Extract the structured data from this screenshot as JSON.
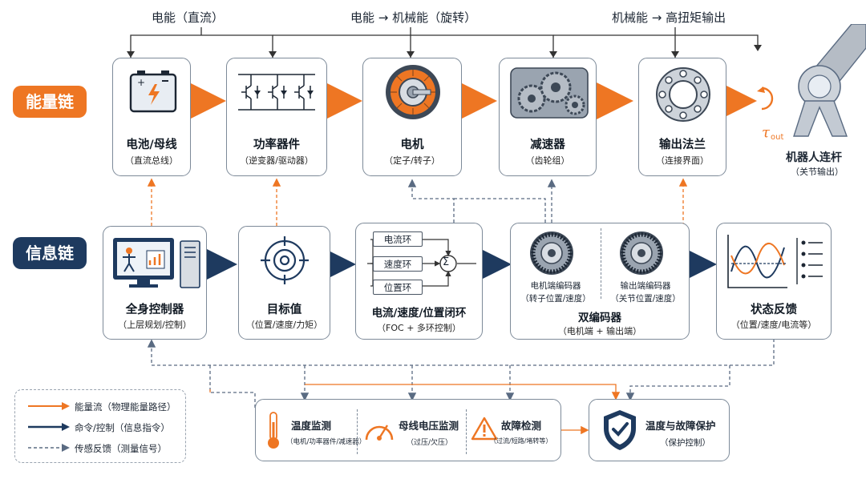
{
  "top_labels": {
    "l1": "电能（直流）",
    "l2": "电能 → 机械能（旋转）",
    "l3": "机械能 → 高扭矩输出"
  },
  "chains": {
    "energy": "能量链",
    "info": "信息链"
  },
  "energy_chain": [
    {
      "title": "电池/母线",
      "sub": "（直流总线）"
    },
    {
      "title": "功率器件",
      "sub": "（逆变器/驱动器）"
    },
    {
      "title": "电机",
      "sub": "（定子/转子）"
    },
    {
      "title": "减速器",
      "sub": "（齿轮组）"
    },
    {
      "title": "输出法兰",
      "sub": "（连接界面）"
    }
  ],
  "robot": {
    "title": "机器人连杆",
    "sub": "（关节输出）",
    "tau": "τ",
    "tau_sub": "out"
  },
  "info_chain": {
    "controller": {
      "title": "全身控制器",
      "sub": "（上层规划/控制）"
    },
    "target": {
      "title": "目标值",
      "sub": "（位置/速度/力矩）"
    },
    "loop": {
      "title": "电流/速度/位置闭环",
      "sub": "（FOC + 多环控制）",
      "items": [
        "电流环",
        "速度环",
        "位置环"
      ],
      "sum": "Σ"
    },
    "encoder": {
      "title": "双编码器",
      "sub": "（电机端 + 输出端）",
      "motor_enc": "电机端编码器",
      "motor_enc_sub": "（转子位置/速度）",
      "out_enc": "输出端编码器",
      "out_enc_sub": "（关节位置/速度）"
    },
    "feedback": {
      "title": "状态反馈",
      "sub": "（位置/速度/电流等）"
    }
  },
  "monitor": {
    "temp": {
      "title": "温度监测",
      "sub": "（电机/功率器件/减速器）"
    },
    "bus": {
      "title": "母线电压监测",
      "sub": "（过压/欠压）"
    },
    "fault": {
      "title": "故障检测",
      "sub": "（过流/短路/堵转等）"
    }
  },
  "protect": {
    "title": "温度与故障保护",
    "sub": "（保护控制）"
  },
  "legend": [
    {
      "label": "能量流（物理能量路径）",
      "style": "energy"
    },
    {
      "label": "命令/控制（信息指令）",
      "style": "command"
    },
    {
      "label": "传感反馈（测量信号）",
      "style": "feedback"
    }
  ],
  "colors": {
    "energy": "#ee7623",
    "command": "#1e3a5f",
    "feedback": "#5a6b82",
    "badge_energy": "#ee7623",
    "badge_info": "#1e3a5f"
  }
}
